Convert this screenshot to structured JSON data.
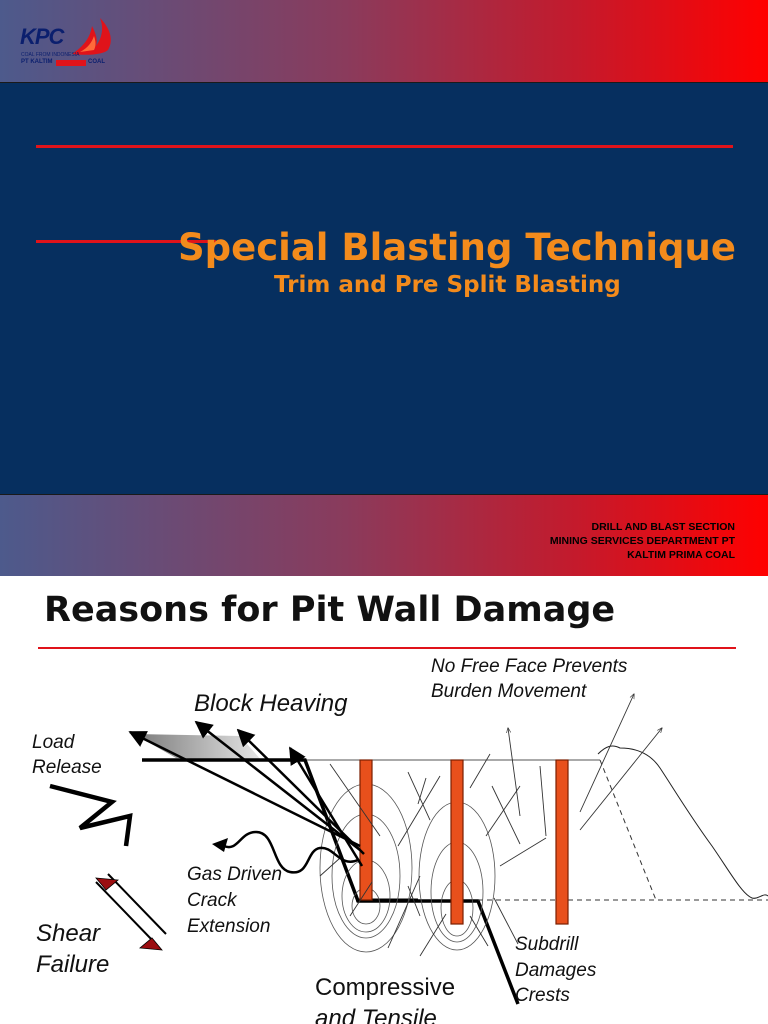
{
  "slide1": {
    "logo": {
      "mark": "KPC",
      "tagline": "COAL FROM INDONESIA",
      "company_left": "PT KALTIM",
      "company_right": "COAL",
      "flame_icon": "flame-icon"
    },
    "title": "Special Blasting Technique",
    "subtitle": "Trim and Pre Split Blasting",
    "department": {
      "line1": "DRILL AND BLAST SECTION",
      "line2": "MINING SERVICES DEPARTMENT PT",
      "line3": "KALTIM PRIMA COAL"
    },
    "colors": {
      "background": "#062f5f",
      "accent_orange": "#f38b1c",
      "line_red": "#e0131a"
    }
  },
  "slide2": {
    "title": "Reasons for Pit Wall Damage",
    "labels": {
      "no_free_face_1": "No Free Face Prevents",
      "no_free_face_2": "Burden Movement",
      "block_heaving": "Block Heaving",
      "load_release_1": "Load",
      "load_release_2": "Release",
      "gas_driven_1": "Gas Driven",
      "gas_driven_2": "Crack",
      "gas_driven_3": "Extension",
      "shear_1": "Shear",
      "shear_2": "Failure",
      "subdrill_1": "Subdrill",
      "subdrill_2": "Damages",
      "subdrill_3": "Crests",
      "compressive_1": "Compressive",
      "compressive_2": "and Tensile"
    },
    "colors": {
      "blasthole": "#e8501c",
      "arrow_red": "#9b0d10"
    }
  }
}
